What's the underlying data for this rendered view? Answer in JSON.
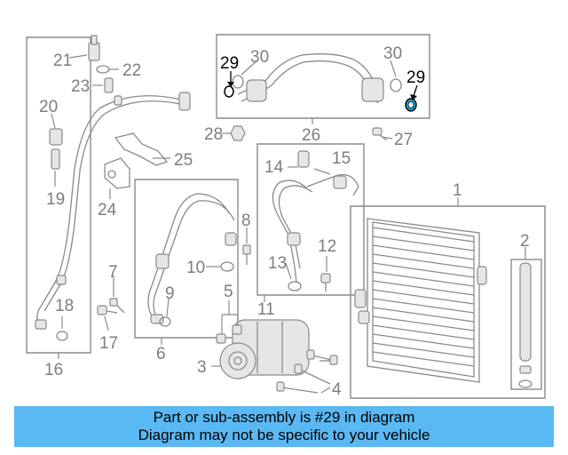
{
  "labels": {
    "l1": "1",
    "l2": "2",
    "l3": "3",
    "l4": "4",
    "l5": "5",
    "l6": "6",
    "l7": "7",
    "l8": "8",
    "l9": "9",
    "l10": "10",
    "l11": "11",
    "l12": "12",
    "l13": "13",
    "l14": "14",
    "l15": "15",
    "l16": "16",
    "l17": "17",
    "l18": "18",
    "l19": "19",
    "l20": "20",
    "l21": "21",
    "l22": "22",
    "l23": "23",
    "l24": "24",
    "l25": "25",
    "l26": "26",
    "l27": "27",
    "l28": "28",
    "l29a": "29",
    "l29b": "29",
    "l30a": "30",
    "l30b": "30"
  },
  "highlight_color": "#000000",
  "caption": {
    "line1": "Part or sub-assembly is #29 in diagram",
    "line2": "Diagram may not be specific to your vehicle",
    "background": "#5ab8f2"
  }
}
